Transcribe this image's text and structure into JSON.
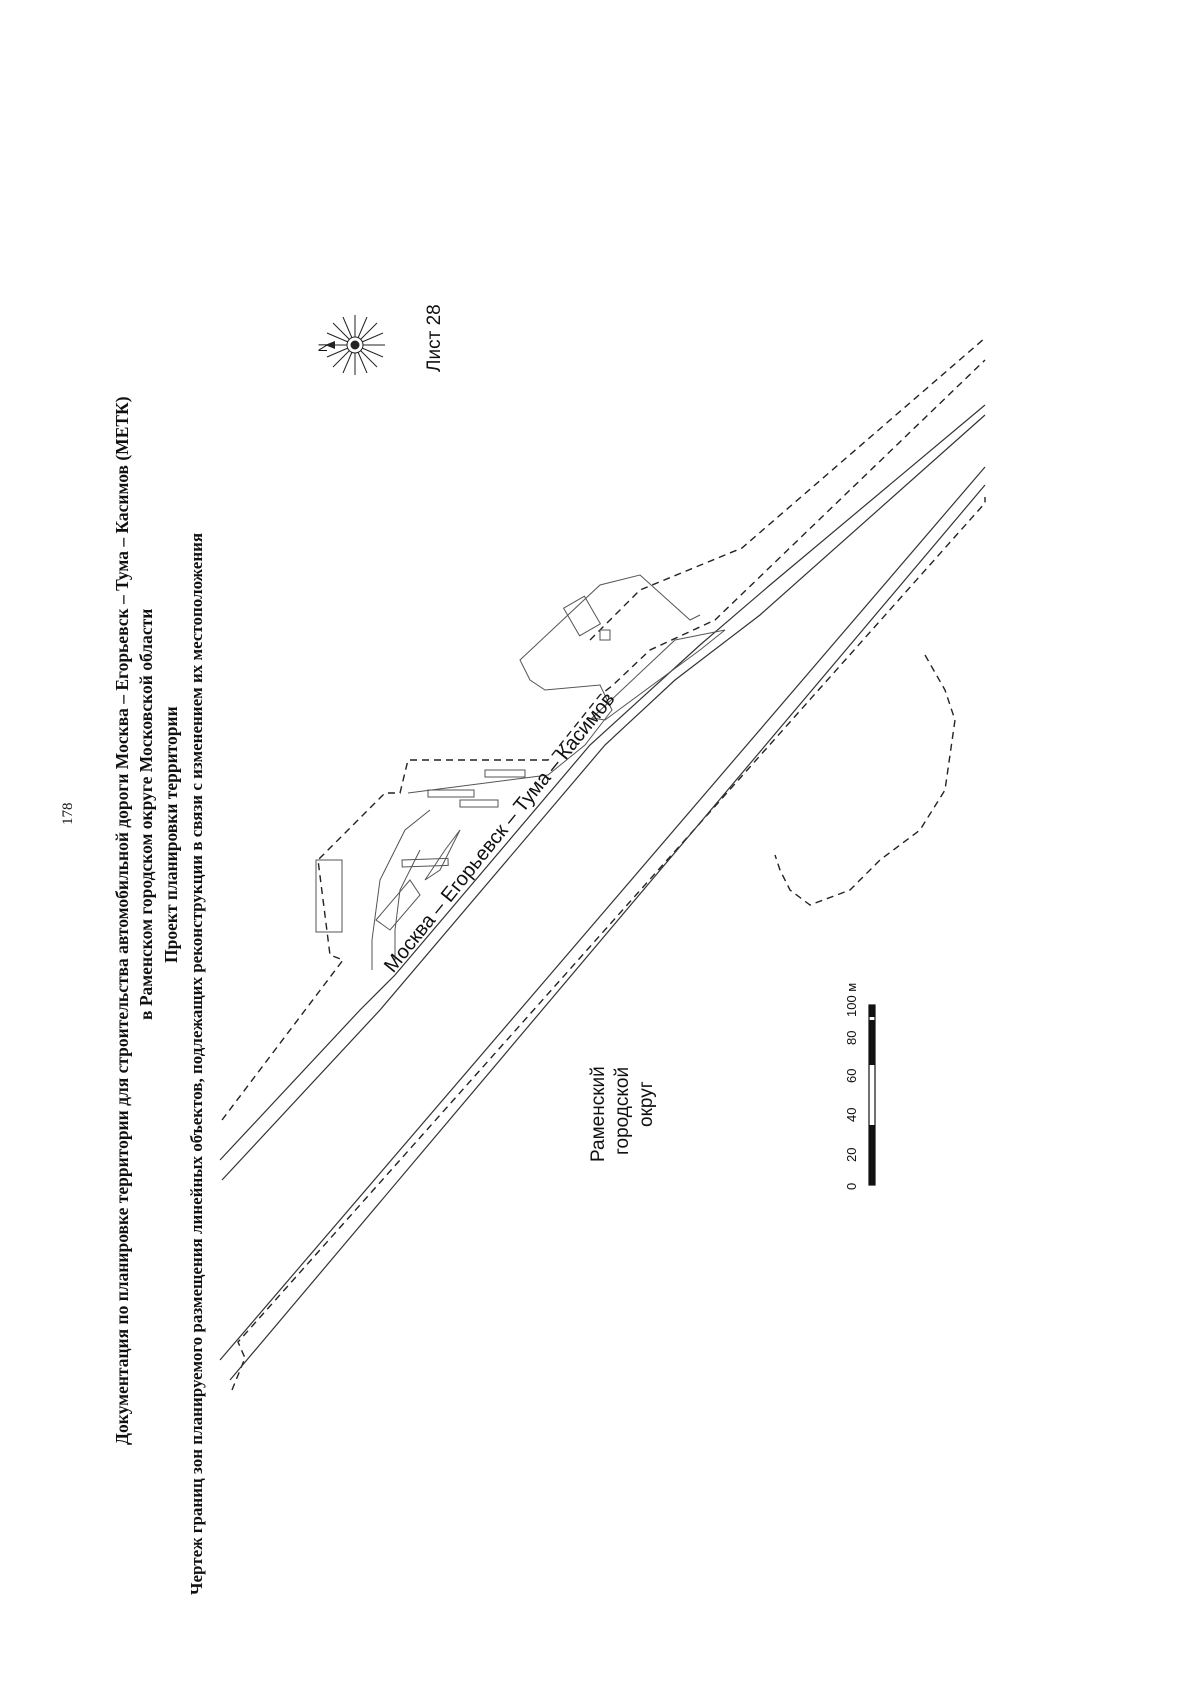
{
  "page_number": "178",
  "header": {
    "line1": "Документация по планировке территории для строительства автомобильной дороги Москва – Егорьевск – Тума – Касимов (МЕТК)",
    "line2": "в Раменском городском округе Московской области",
    "line3": "Проект планировки территории",
    "line4": "Чертеж границ зон планируемого размещения линейных объектов, подлежащих реконструкции в связи с изменением их местоположения"
  },
  "map": {
    "sheet_label": "Лист 28",
    "road_label": "Москва – Егорьевск – Тума – Касимов",
    "district_label": [
      "Раменский",
      "городской",
      "округ"
    ],
    "compass_letter": "N",
    "scale_bar": {
      "ticks": [
        "0",
        "20",
        "40",
        "60",
        "80",
        "100 м"
      ]
    }
  }
}
